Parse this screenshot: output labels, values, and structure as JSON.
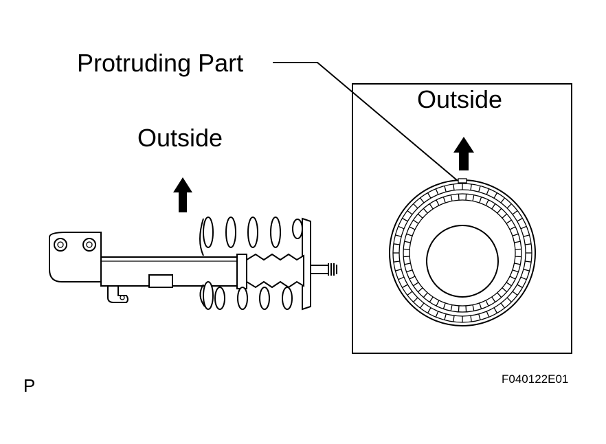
{
  "labels": {
    "protruding_part": "Protruding Part",
    "outside_left": "Outside",
    "outside_right": "Outside",
    "corner_letter": "P",
    "figure_code": "F040122E01"
  },
  "icons": {
    "arrow": "up-arrow-icon",
    "strut": "strut-assembly-icon",
    "insulator": "spring-insulator-icon"
  }
}
